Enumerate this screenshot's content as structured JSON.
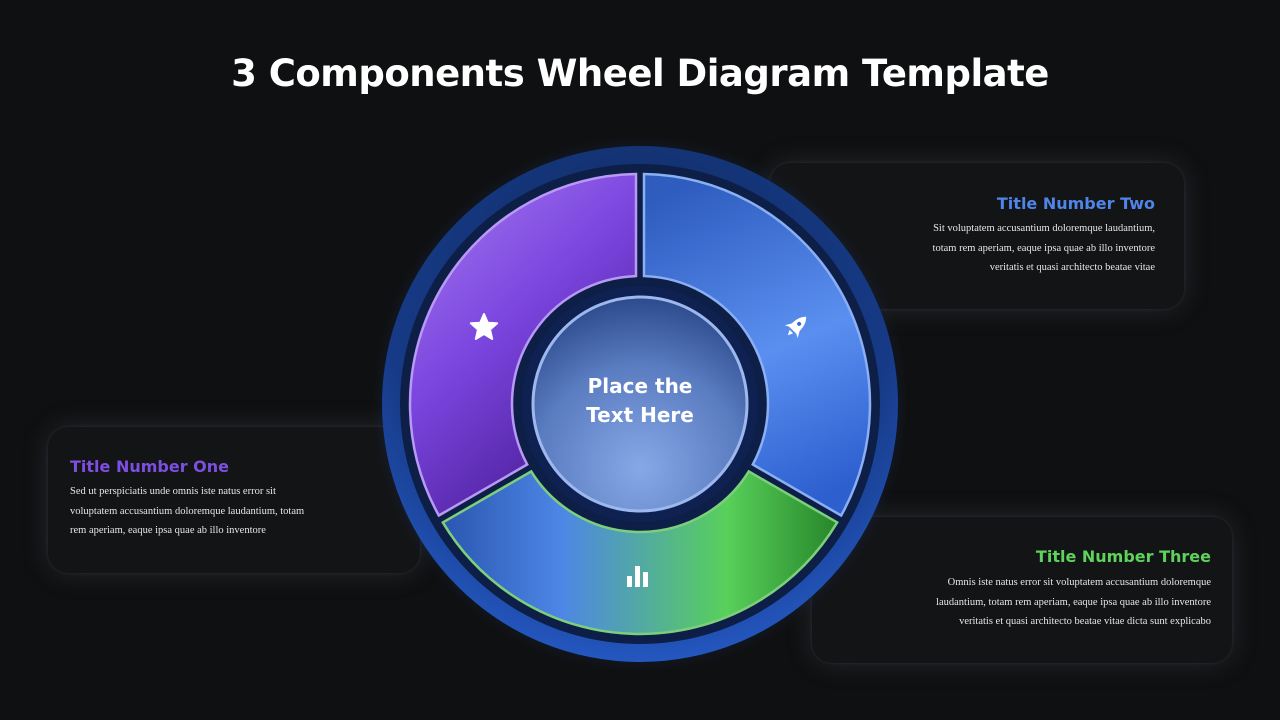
{
  "title": "3 Components Wheel Diagram Template",
  "center": {
    "line1": "Place the",
    "line2": "Text Here"
  },
  "segments": [
    {
      "id": "one",
      "title": "Title Number One",
      "icon": "star-icon",
      "color": "#7d4fe0",
      "body": [
        "Sed ut perspiciatis unde omnis iste natus error sit",
        "voluptatem accusantium doloremque laudantium, totam",
        "rem aperiam, eaque ipsa quae ab illo inventore"
      ]
    },
    {
      "id": "two",
      "title": "Title Number Two",
      "icon": "rocket-icon",
      "color": "#4f84e8",
      "body": [
        "Sit voluptatem accusantium doloremque laudantium,",
        "totam rem aperiam, eaque ipsa quae ab illo inventore",
        "veritatis et quasi architecto beatae vitae"
      ]
    },
    {
      "id": "three",
      "title": "Title Number Three",
      "icon": "bar-chart-icon",
      "color": "#5ed25a",
      "body": [
        "Omnis iste natus error sit voluptatem accusantium doloremque",
        "laudantium, totam rem aperiam, eaque ipsa quae ab illo inventore",
        "veritatis et quasi architecto beatae vitae dicta sunt explicabo"
      ]
    }
  ]
}
